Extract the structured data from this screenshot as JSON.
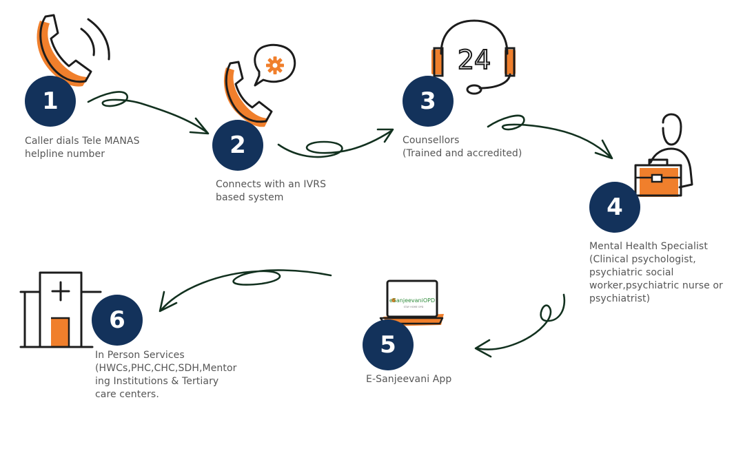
{
  "colors": {
    "badge": "#13325b",
    "accent": "#f07f2c",
    "ink": "#1c1c1c",
    "arrow": "#12311f",
    "text": "#555555"
  },
  "steps": [
    {
      "number": "1",
      "icon": "phone-ringing-icon",
      "lines": [
        "Caller dials Tele MANAS",
        "helpline number"
      ]
    },
    {
      "number": "2",
      "icon": "phone-settings-icon",
      "lines": [
        "Connects with an IVRS",
        "based system"
      ]
    },
    {
      "number": "3",
      "icon": "headset-24-icon",
      "lines": [
        "Counsellors",
        "(Trained and accredited)"
      ]
    },
    {
      "number": "4",
      "icon": "specialist-briefcase-icon",
      "lines": [
        "Mental Health Specialist",
        "(Clinical psychologist,",
        "psychiatric social",
        "worker,psychiatric nurse or",
        "psychiatrist)"
      ]
    },
    {
      "number": "5",
      "icon": "laptop-app-icon",
      "lines": [
        "E-Sanjeevani App"
      ]
    },
    {
      "number": "6",
      "icon": "hospital-icon",
      "lines": [
        "In Person Services",
        "(HWCs,PHC,CHC,SDH,Mentor",
        "ing Institutions & Tertiary",
        "care centers."
      ]
    }
  ],
  "icon_text": {
    "headset_number": "24",
    "laptop_brand": "eSanjeevaniOPD",
    "laptop_tagline": "STAY HOME OPD"
  }
}
